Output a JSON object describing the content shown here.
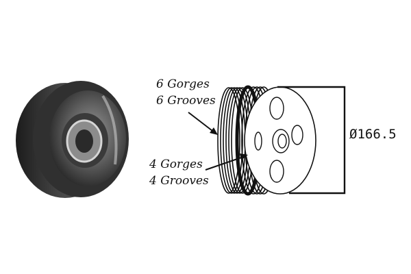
{
  "labels": {
    "six_gorges": "6 Gorges",
    "six_grooves": "6 Grooves",
    "four_gorges": "4 Gorges",
    "four_grooves": "4 Grooves"
  },
  "dimension": {
    "diameter": "Ø166.5"
  },
  "colors": {
    "ink": "#111111",
    "rubber_dark": "#2a2a2a",
    "rubber_mid": "#5a5a5a",
    "metal_light": "#d8d8d8"
  }
}
